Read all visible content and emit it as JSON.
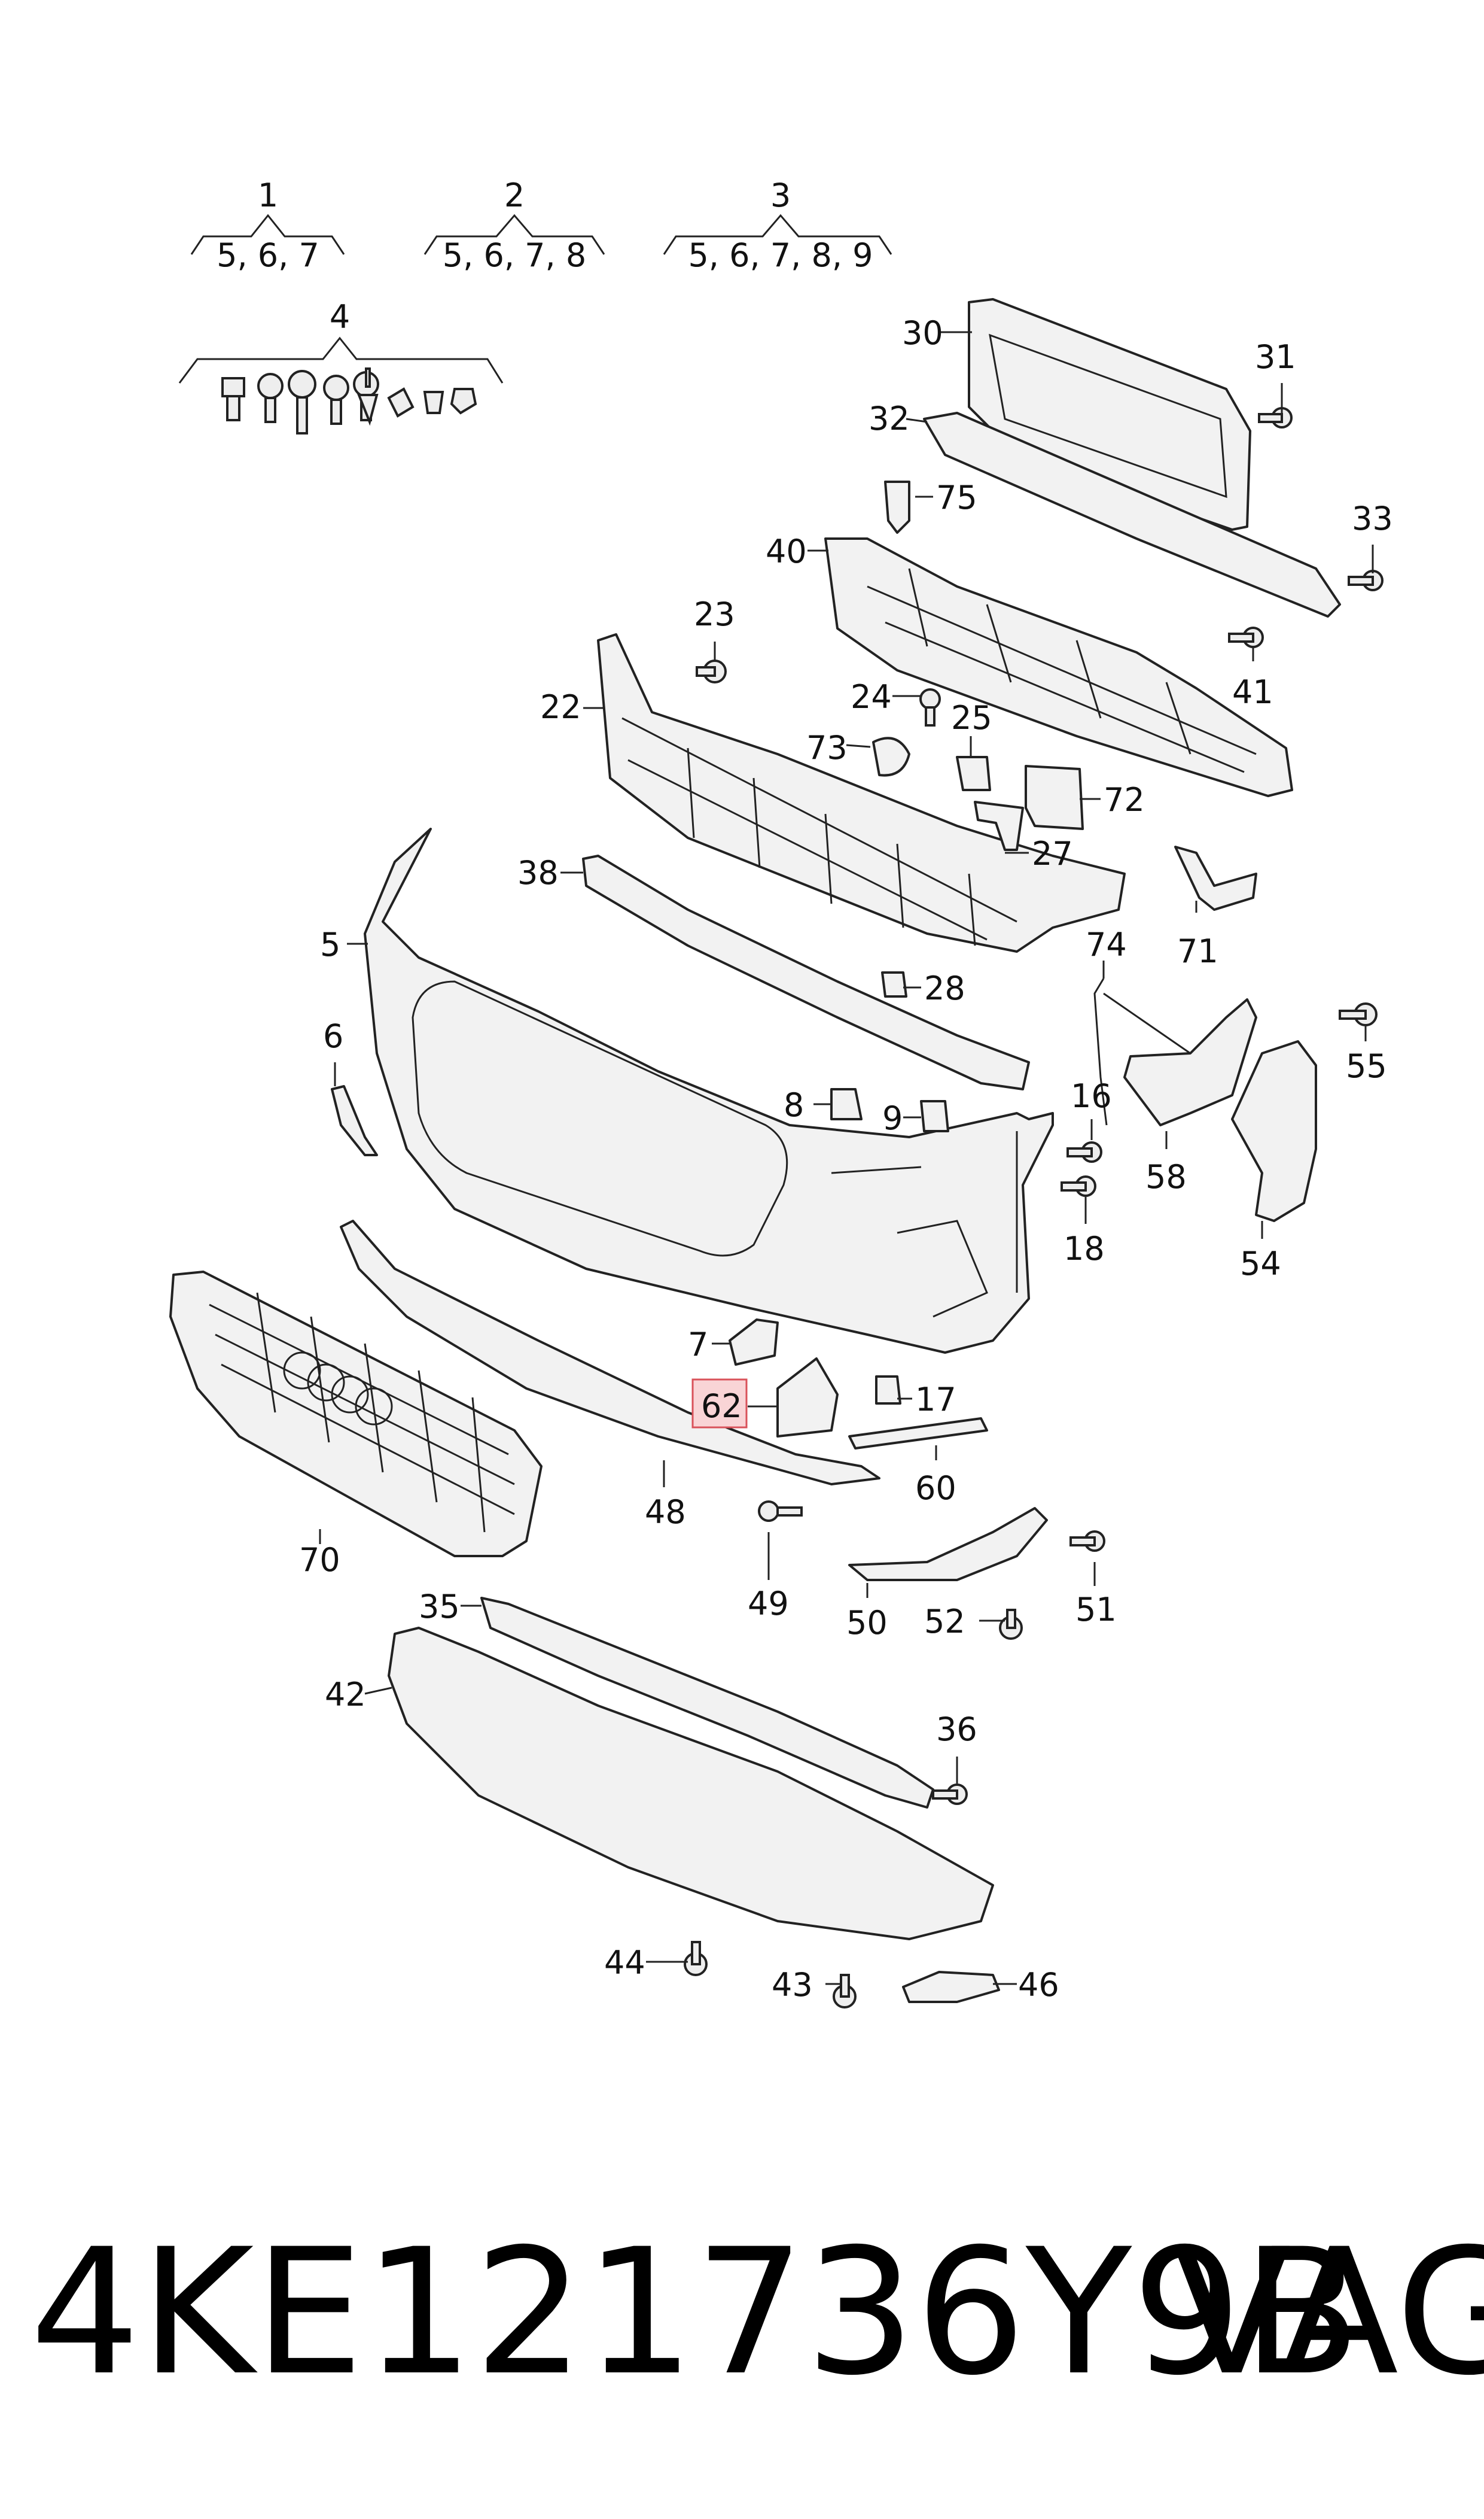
{
  "groups": [
    {
      "number": "1",
      "contents": "5, 6, 7"
    },
    {
      "number": "2",
      "contents": "5, 6, 7, 8"
    },
    {
      "number": "3",
      "contents": "5, 6, 7, 8, 9"
    }
  ],
  "group4_number": "4",
  "callouts": [
    "30",
    "31",
    "32",
    "75",
    "33",
    "40",
    "23",
    "41",
    "22",
    "24",
    "25",
    "73",
    "72",
    "27",
    "38",
    "71",
    "74",
    "5",
    "28",
    "55",
    "6",
    "8",
    "9",
    "16",
    "58",
    "54",
    "18",
    "7",
    "62",
    "17",
    "60",
    "48",
    "70",
    "49",
    "35",
    "42",
    "50",
    "52",
    "51",
    "36",
    "44",
    "43",
    "46"
  ],
  "highlighted_part": "62",
  "part_number": "4KE121736Y9B",
  "brand": "VAG",
  "colors": {
    "highlight_fill": "#f9d4d6",
    "highlight_border": "#d9525a",
    "line": "#222222"
  }
}
